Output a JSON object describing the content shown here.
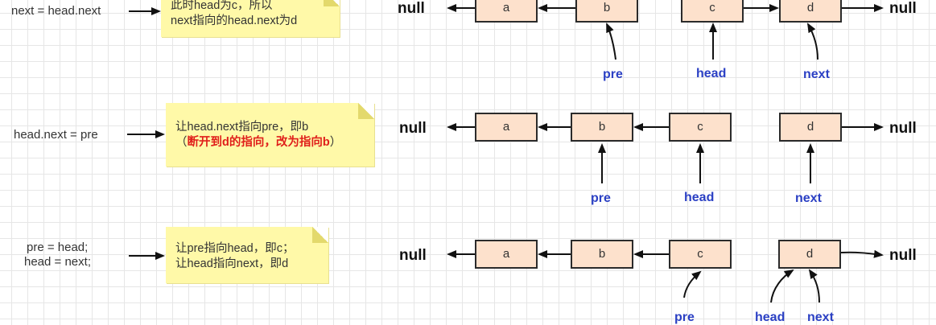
{
  "rows": [
    {
      "statement": [
        "next = head.next"
      ],
      "note": [
        "此时head为c，所以",
        "next指向的head.next为d"
      ],
      "nodes": [
        "a",
        "b",
        "c",
        "d"
      ],
      "null_left": "null",
      "null_right": "null",
      "pointers": {
        "pre": "pre",
        "head": "head",
        "next": "next"
      }
    },
    {
      "statement": [
        "head.next = pre"
      ],
      "note": [
        "让head.next指向pre，即b"
      ],
      "note_highlight_prefix": "（",
      "note_highlight": "断开到d的指向，改为指向b",
      "note_highlight_suffix": "）",
      "nodes": [
        "a",
        "b",
        "c",
        "d"
      ],
      "null_left": "null",
      "null_right": "null",
      "pointers": {
        "pre": "pre",
        "head": "head",
        "next": "next"
      }
    },
    {
      "statement": [
        "pre = head;",
        "head = next;"
      ],
      "note": [
        "让pre指向head，即c；",
        "让head指向next，即d"
      ],
      "nodes": [
        "a",
        "b",
        "c",
        "d"
      ],
      "null_left": "null",
      "null_right": "null",
      "pointers": {
        "pre": "pre",
        "head": "head",
        "next": "next"
      }
    }
  ],
  "colors": {
    "node_fill": "#fde1cc",
    "note_fill": "#fff9a8",
    "pointer_text": "#2b40c4",
    "highlight_text": "#e0201b"
  }
}
